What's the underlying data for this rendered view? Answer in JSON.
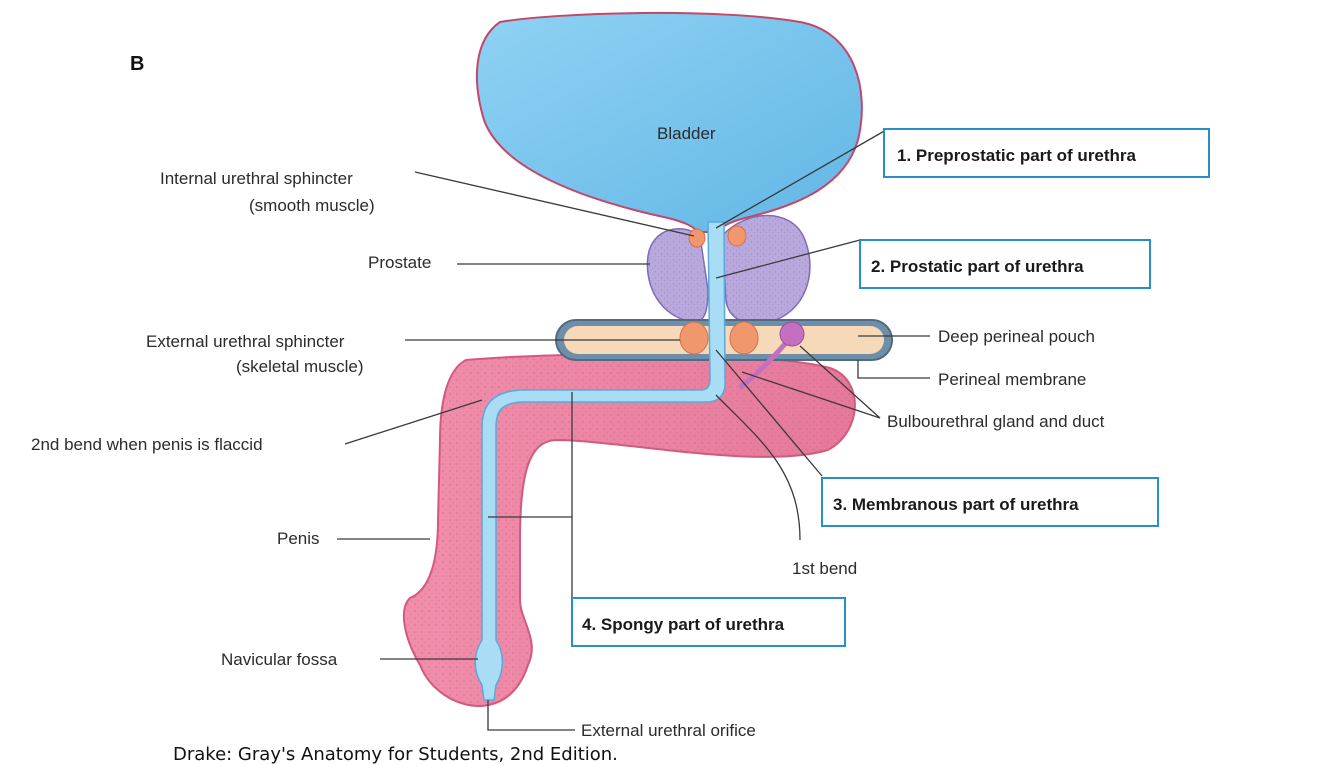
{
  "panel_letter": "B",
  "credit": "Drake: Gray's Anatomy for Students, 2nd Edition.",
  "colors": {
    "bladder": "#7cc7ee",
    "urethra": "#a9dcf5",
    "prostate": "#b9a8dc",
    "penis": "#ea7f9f",
    "sphincter": "#f0976e",
    "membrane": "#f6d9b8",
    "gland": "#c56fc1",
    "box_border": "#2a8fc7"
  },
  "labels": {
    "bladder": "Bladder",
    "internal_sphincter_1": "Internal urethral sphincter",
    "internal_sphincter_2": "(smooth muscle)",
    "prostate": "Prostate",
    "external_sphincter_1": "External urethral sphincter",
    "external_sphincter_2": "(skeletal muscle)",
    "second_bend": "2nd bend when penis is flaccid",
    "penis": "Penis",
    "navicular_fossa": "Navicular fossa",
    "external_orifice": "External urethral orifice",
    "deep_perineal_pouch": "Deep perineal pouch",
    "perineal_membrane": "Perineal membrane",
    "bulbourethral": "Bulbourethral gland and duct",
    "first_bend": "1st bend"
  },
  "parts": {
    "preprostatic": "1. Preprostatic part of urethra",
    "prostatic": "2. Prostatic part of urethra",
    "membranous": "3. Membranous part of urethra",
    "spongy": "4. Spongy part of urethra"
  }
}
